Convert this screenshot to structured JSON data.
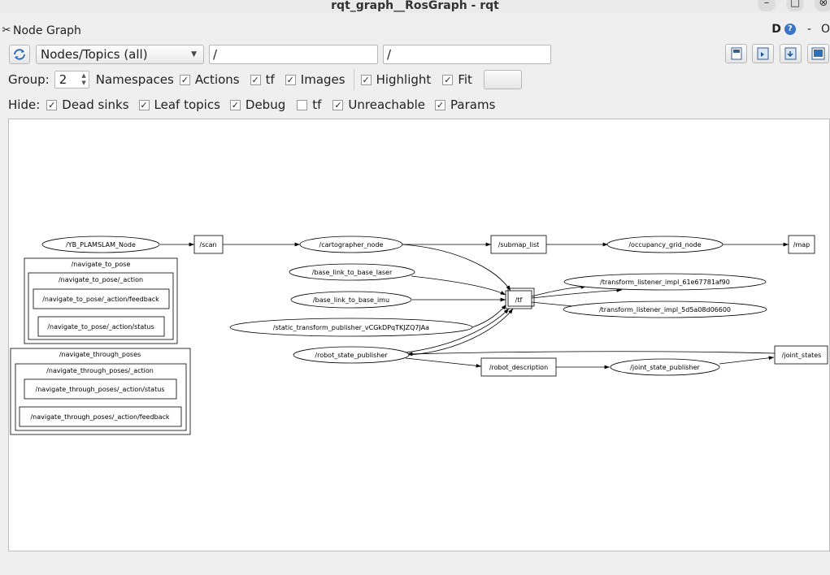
{
  "window": {
    "title": "rqt_graph__RosGraph - rqt",
    "minimize": "–",
    "maximize": "□",
    "close": "⊗"
  },
  "plugin": {
    "title": "Node Graph",
    "d_label": "D",
    "help_label": "?",
    "minus_label": "-",
    "trailing_char": "O"
  },
  "toolbar": {
    "view_mode": "Nodes/Topics (all)",
    "node_filter": "/",
    "topic_filter": "/"
  },
  "options": {
    "group_label": "Group:",
    "group_value": "2",
    "namespaces_label": "Namespaces",
    "actions_label": "Actions",
    "tf_label": "tf",
    "images_label": "Images",
    "highlight_label": "Highlight",
    "fit_label": "Fit"
  },
  "hide": {
    "label": "Hide:",
    "dead_sinks_label": "Dead sinks",
    "leaf_topics_label": "Leaf topics",
    "debug_label": "Debug",
    "tf_label": "tf",
    "unreachable_label": "Unreachable",
    "params_label": "Params"
  },
  "graph": {
    "nodes": {
      "yb_plamslam": "/YB_PLAMSLAM_Node",
      "cartographer": "/cartographer_node",
      "occupancy": "/occupancy_grid_node",
      "base_laser": "/base_link_to_base_laser",
      "base_imu": "/base_link_to_base_imu",
      "static_tf": "/static_transform_publisher_vCGkDPqTKJZQ7JAa",
      "robot_state": "/robot_state_publisher",
      "tl1": "/transform_listener_impl_61e67781af90",
      "tl2": "/transform_listener_impl_5d5a08d06600",
      "joint_state": "/joint_state_publisher"
    },
    "topics": {
      "scan": "/scan",
      "submap_list": "/submap_list",
      "map": "/map",
      "tf": "/tf",
      "robot_description": "/robot_description",
      "joint_states": "/joint_states"
    },
    "clusters": {
      "nav_to_pose": "/navigate_to_pose",
      "nav_to_pose_action": "/navigate_to_pose/_action",
      "nav_to_pose_feedback": "/navigate_to_pose/_action/feedback",
      "nav_to_pose_status": "/navigate_to_pose/_action/status",
      "nav_through": "/navigate_through_poses",
      "nav_through_action": "/navigate_through_poses/_action",
      "nav_through_status": "/navigate_through_poses/_action/status",
      "nav_through_feedback": "/navigate_through_poses/_action/feedback"
    }
  }
}
